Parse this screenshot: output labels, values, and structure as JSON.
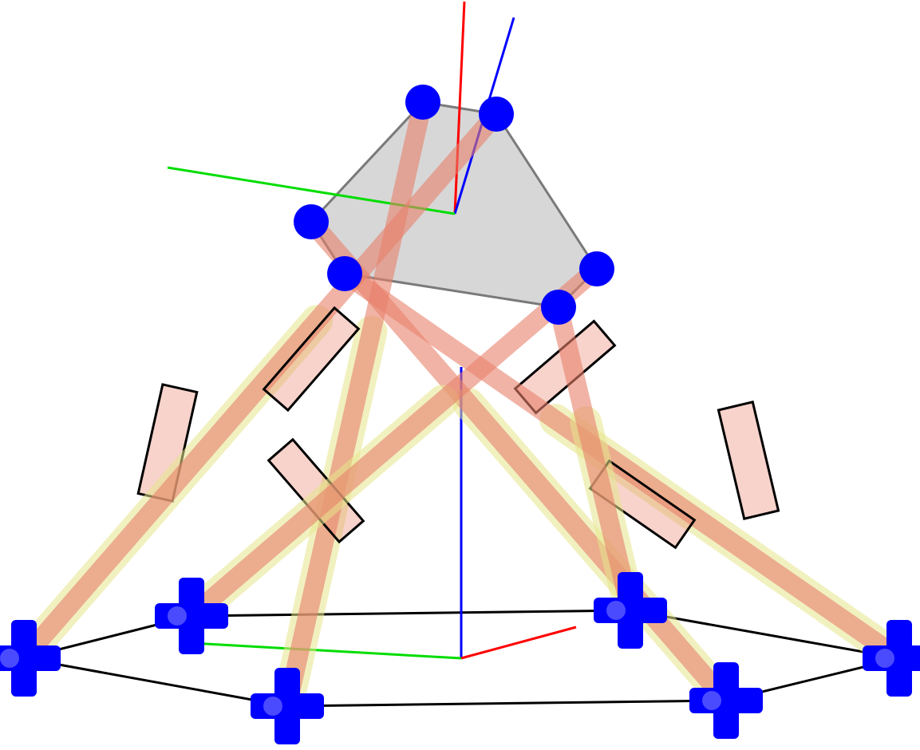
{
  "scene": {
    "type": "hexapod-stewart-platform-3d-view",
    "background_color": "#ffffff",
    "leg_count": 6,
    "colors": {
      "platform_fill": "#d3d3d3",
      "platform_edge": "#7a7a7a",
      "base_outline": "#000000",
      "joint": "#0000ff",
      "leg_rod": "#e8806a",
      "leg_sleeve": "#e6e68c",
      "actuator_box": "#000000",
      "axis_x": "#ff0000",
      "axis_y": "#00dd00",
      "axis_z": "#0000ff"
    },
    "platform_frame": {
      "axes": [
        "x",
        "y",
        "z"
      ]
    },
    "base_frame": {
      "axes": [
        "x",
        "y",
        "z"
      ]
    },
    "upper_joint_icon": "sphere-joint-icon",
    "lower_joint_icon": "universal-joint-icon"
  }
}
